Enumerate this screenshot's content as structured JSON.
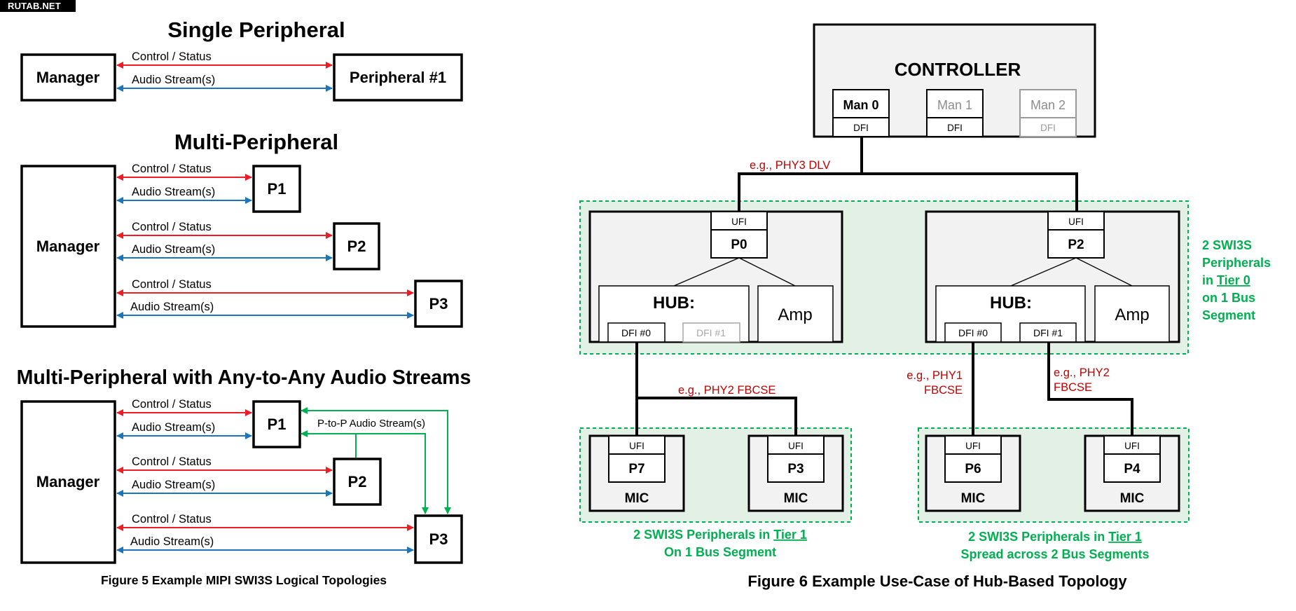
{
  "watermark": "RUTAB.NET",
  "colors": {
    "control": "#ee1c25",
    "audio": "#1b75bc",
    "p2p": "#00b050",
    "phy_label": "#c00000",
    "tier_label": "#00b050",
    "box_fill": "#f2f2f2",
    "tier_fill": "#e2f0e6",
    "disabled_text": "#8c8c8c"
  },
  "figure5": {
    "caption": "Figure 5 Example MIPI SWI3S Logical Topologies",
    "single": {
      "title": "Single Peripheral",
      "manager": "Manager",
      "peripheral": "Peripheral #1",
      "control_label": "Control / Status",
      "audio_label": "Audio Stream(s)"
    },
    "multi": {
      "title": "Multi-Peripheral",
      "manager": "Manager",
      "peripherals": [
        "P1",
        "P2",
        "P3"
      ],
      "control_label": "Control / Status",
      "audio_label": "Audio Stream(s)"
    },
    "any_to_any": {
      "title": "Multi-Peripheral with Any-to-Any Audio Streams",
      "manager": "Manager",
      "peripherals": [
        "P1",
        "P2",
        "P3"
      ],
      "control_label": "Control / Status",
      "audio_label": "Audio Stream(s)",
      "p2p_label": "P-to-P Audio Stream(s)"
    }
  },
  "figure6": {
    "caption": "Figure 6 Example Use-Case of Hub-Based Topology",
    "controller": {
      "title": "CONTROLLER",
      "managers": [
        {
          "label": "Man 0",
          "dfi": "DFI",
          "state": "active"
        },
        {
          "label": "Man 1",
          "dfi": "DFI",
          "state": "inactive"
        },
        {
          "label": "Man 2",
          "dfi": "DFI",
          "state": "disabled"
        }
      ]
    },
    "phy_labels": {
      "tier0_bus": "e.g., PHY3 DLV",
      "left_bus": "e.g., PHY2 FBCSE",
      "right_bus0_line1": "e.g., PHY1",
      "right_bus0_line2": "FBCSE",
      "right_bus1_line1": "e.g., PHY2",
      "right_bus1_line2": "FBCSE"
    },
    "hubs": [
      {
        "ufi": "UFI",
        "peripheral": "P0",
        "hub_label": "HUB:",
        "amp_label": "Amp",
        "dfi0": "DFI #0",
        "dfi1": "DFI #1",
        "dfi1_enabled": false
      },
      {
        "ufi": "UFI",
        "peripheral": "P2",
        "hub_label": "HUB:",
        "amp_label": "Amp",
        "dfi0": "DFI #0",
        "dfi1": "DFI #1",
        "dfi1_enabled": true
      }
    ],
    "mics": [
      {
        "ufi": "UFI",
        "peripheral": "P7",
        "label": "MIC"
      },
      {
        "ufi": "UFI",
        "peripheral": "P3",
        "label": "MIC"
      },
      {
        "ufi": "UFI",
        "peripheral": "P6",
        "label": "MIC"
      },
      {
        "ufi": "UFI",
        "peripheral": "P4",
        "label": "MIC"
      }
    ],
    "tier0_note": [
      "2 SWI3S",
      "Peripherals",
      "in ",
      "Tier 0",
      "on 1 Bus",
      "Segment"
    ],
    "tier1_left_note": {
      "line1_prefix": "2 SWI3S Peripherals in ",
      "line1_tier": "Tier 1",
      "line2": "On 1 Bus Segment"
    },
    "tier1_right_note": {
      "line1_prefix": "2 SWI3S Peripherals in ",
      "line1_tier": "Tier 1",
      "line2": "Spread across 2 Bus Segments"
    }
  }
}
